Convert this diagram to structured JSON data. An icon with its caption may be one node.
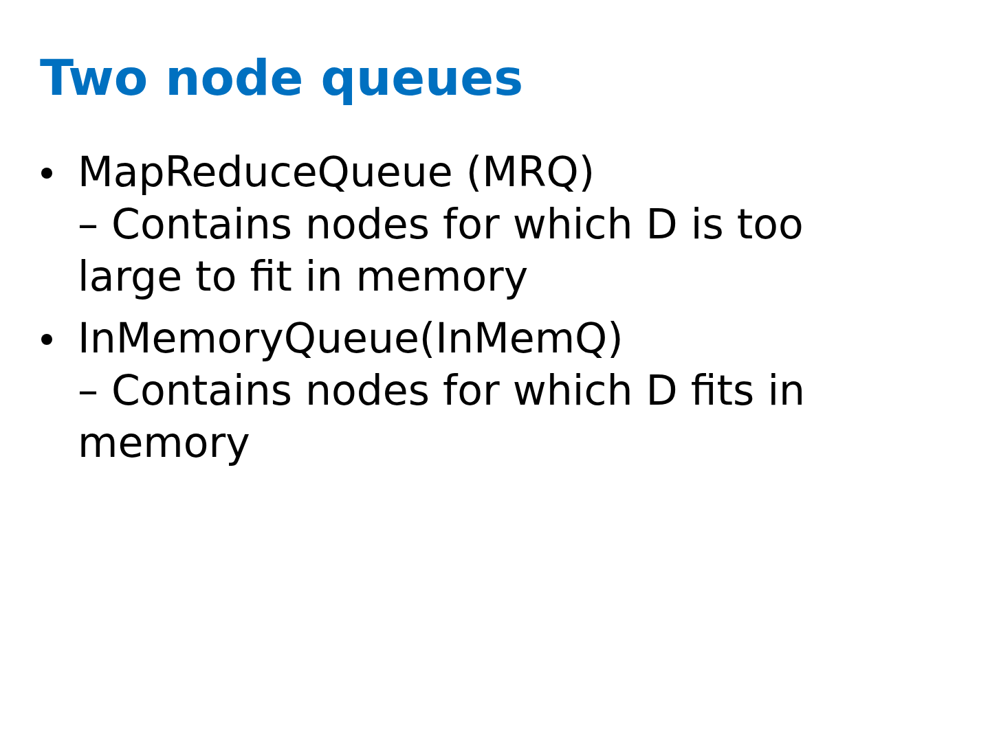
{
  "diagram": {
    "title": "Two node queues",
    "labels": [
      "MapReduceQueue (MRQ)",
      "– Contains nodes for which D is too large to fit in memory",
      "InMemoryQueue(InMemQ)",
      "– Contains nodes for which D fits in memory"
    ]
  }
}
